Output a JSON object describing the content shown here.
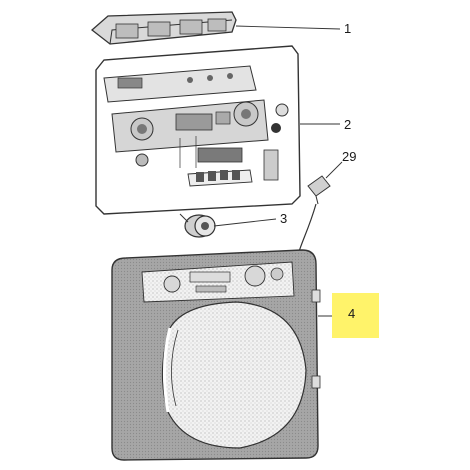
{
  "callouts": {
    "part_1": "1",
    "part_2": "2",
    "part_29": "29",
    "part_3": "3",
    "part_4": "4"
  },
  "colors": {
    "highlight": "#fff36a",
    "line": "#333333",
    "panel_fill": "#9a9a9a",
    "stipple": "#e8e8e8"
  }
}
